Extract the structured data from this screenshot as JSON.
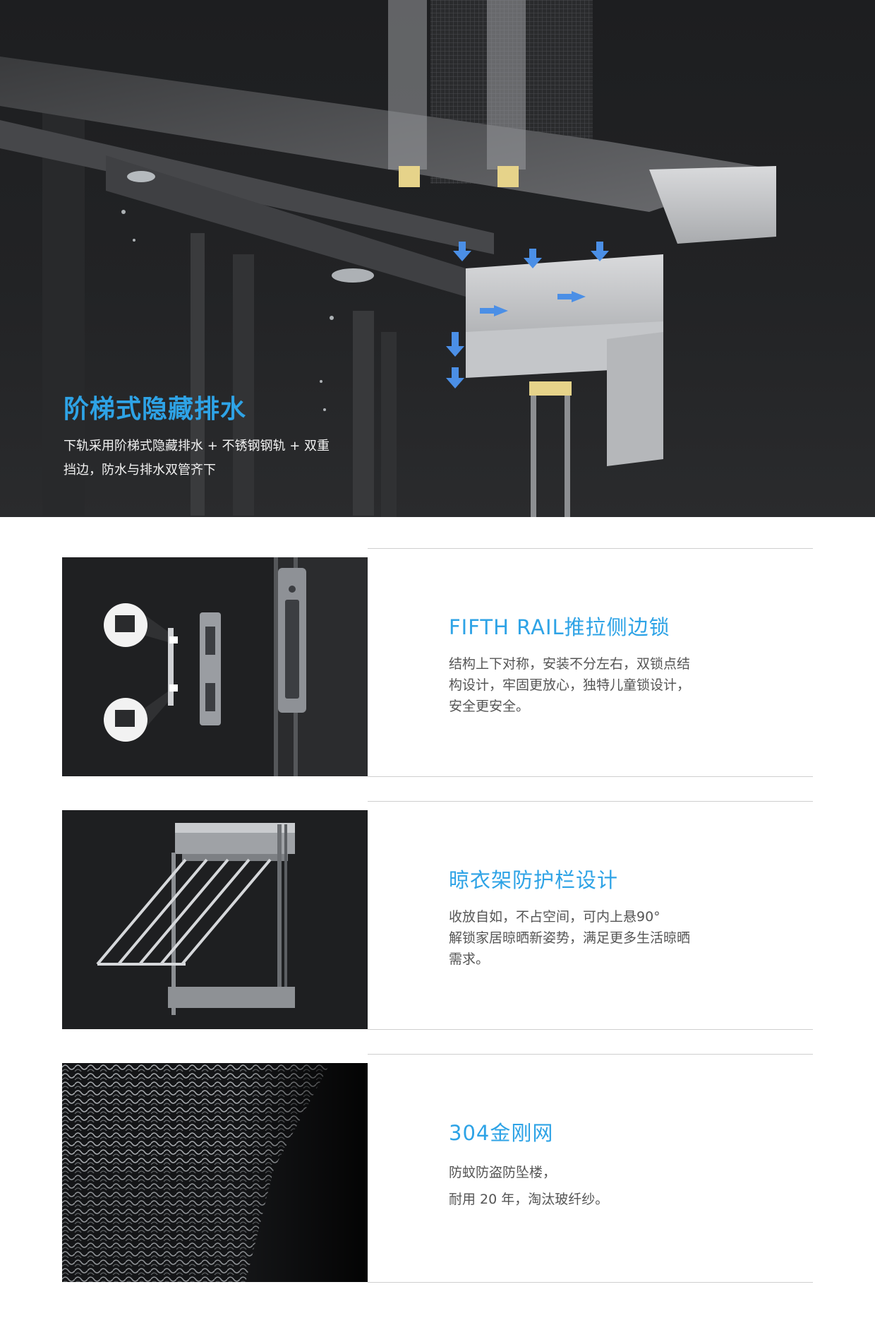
{
  "hero": {
    "title": "阶梯式隐藏排水",
    "description": "下轨采用阶梯式隐藏排水 + 不锈钢钢轨 + 双重挡边，防水与排水双管齐下"
  },
  "features": [
    {
      "title": "FIFTH RAIL推拉侧边锁",
      "lines": [
        "结构上下对称，安装不分左右，双锁点结",
        "构设计，牢固更放心，独特儿童锁设计，",
        "安全更安全。"
      ],
      "image": "side-lock-photo"
    },
    {
      "title": "晾衣架防护栏设计",
      "lines": [
        "收放自如，不占空间，可内上悬90°",
        "解锁家居晾晒新姿势，满足更多生活晾晒",
        "需求。"
      ],
      "image": "drying-rack-photo"
    },
    {
      "title": "304金刚网",
      "lines": [
        "防蚊防盗防坠楼，",
        "耐用 20 年，淘汰玻纤纱。"
      ],
      "image": "mesh-photo"
    }
  ],
  "colors": {
    "accent": "#2ea3e6",
    "hero_bg": "#1d1e20",
    "body_text": "#555555",
    "rule": "#cfcfcf"
  }
}
